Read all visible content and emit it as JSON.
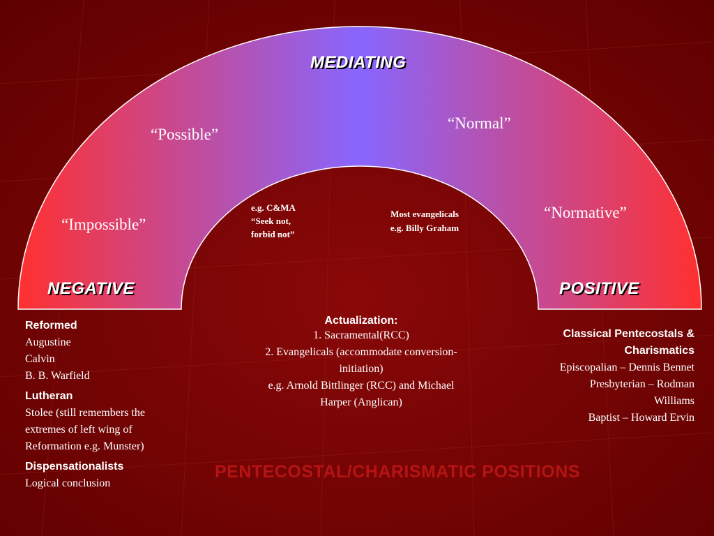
{
  "arch": {
    "top_label": "MEDIATING",
    "left_label": "NEGATIVE",
    "right_label": "POSITIVE",
    "possible": "“Possible”",
    "normal": "“Normal”",
    "impossible": "“Impossible”",
    "normative": "“Normative”",
    "cma_lines": [
      "e.g. C&MA",
      "“Seek not,",
      "forbid not”"
    ],
    "evangelicals_lines": [
      "Most evangelicals",
      "e.g. Billy Graham"
    ]
  },
  "left_column": [
    {
      "heading": "Reformed",
      "lines": [
        "Augustine",
        "Calvin",
        "B. B. Warfield"
      ]
    },
    {
      "heading": "Lutheran",
      "lines": [
        "Stolee (still remembers the",
        "extremes of left wing of",
        "Reformation e.g. Munster)"
      ]
    },
    {
      "heading": "Dispensationalists",
      "lines": [
        "Logical conclusion"
      ]
    }
  ],
  "center_column": {
    "heading": "Actualization:",
    "lines": [
      "1. Sacramental(RCC)",
      "2. Evangelicals (accommodate conversion-",
      "initiation)",
      "e.g. Arnold Bittlinger (RCC) and Michael",
      "Harper (Anglican)"
    ]
  },
  "right_column": {
    "heading_lines": [
      "Classical Pentecostals &",
      "Charismatics"
    ],
    "lines": [
      "Episcopalian – Dennis Bennet",
      "Presbyterian – Rodman",
      "Williams",
      "Baptist – Howard Ervin"
    ]
  },
  "footer_title": "PENTECOSTAL/CHARISMATIC POSITIONS",
  "colors": {
    "background": "#7a0000",
    "arch_outer": "#ff3030",
    "arch_center": "#8866ff",
    "footer_text": "#b41414"
  }
}
